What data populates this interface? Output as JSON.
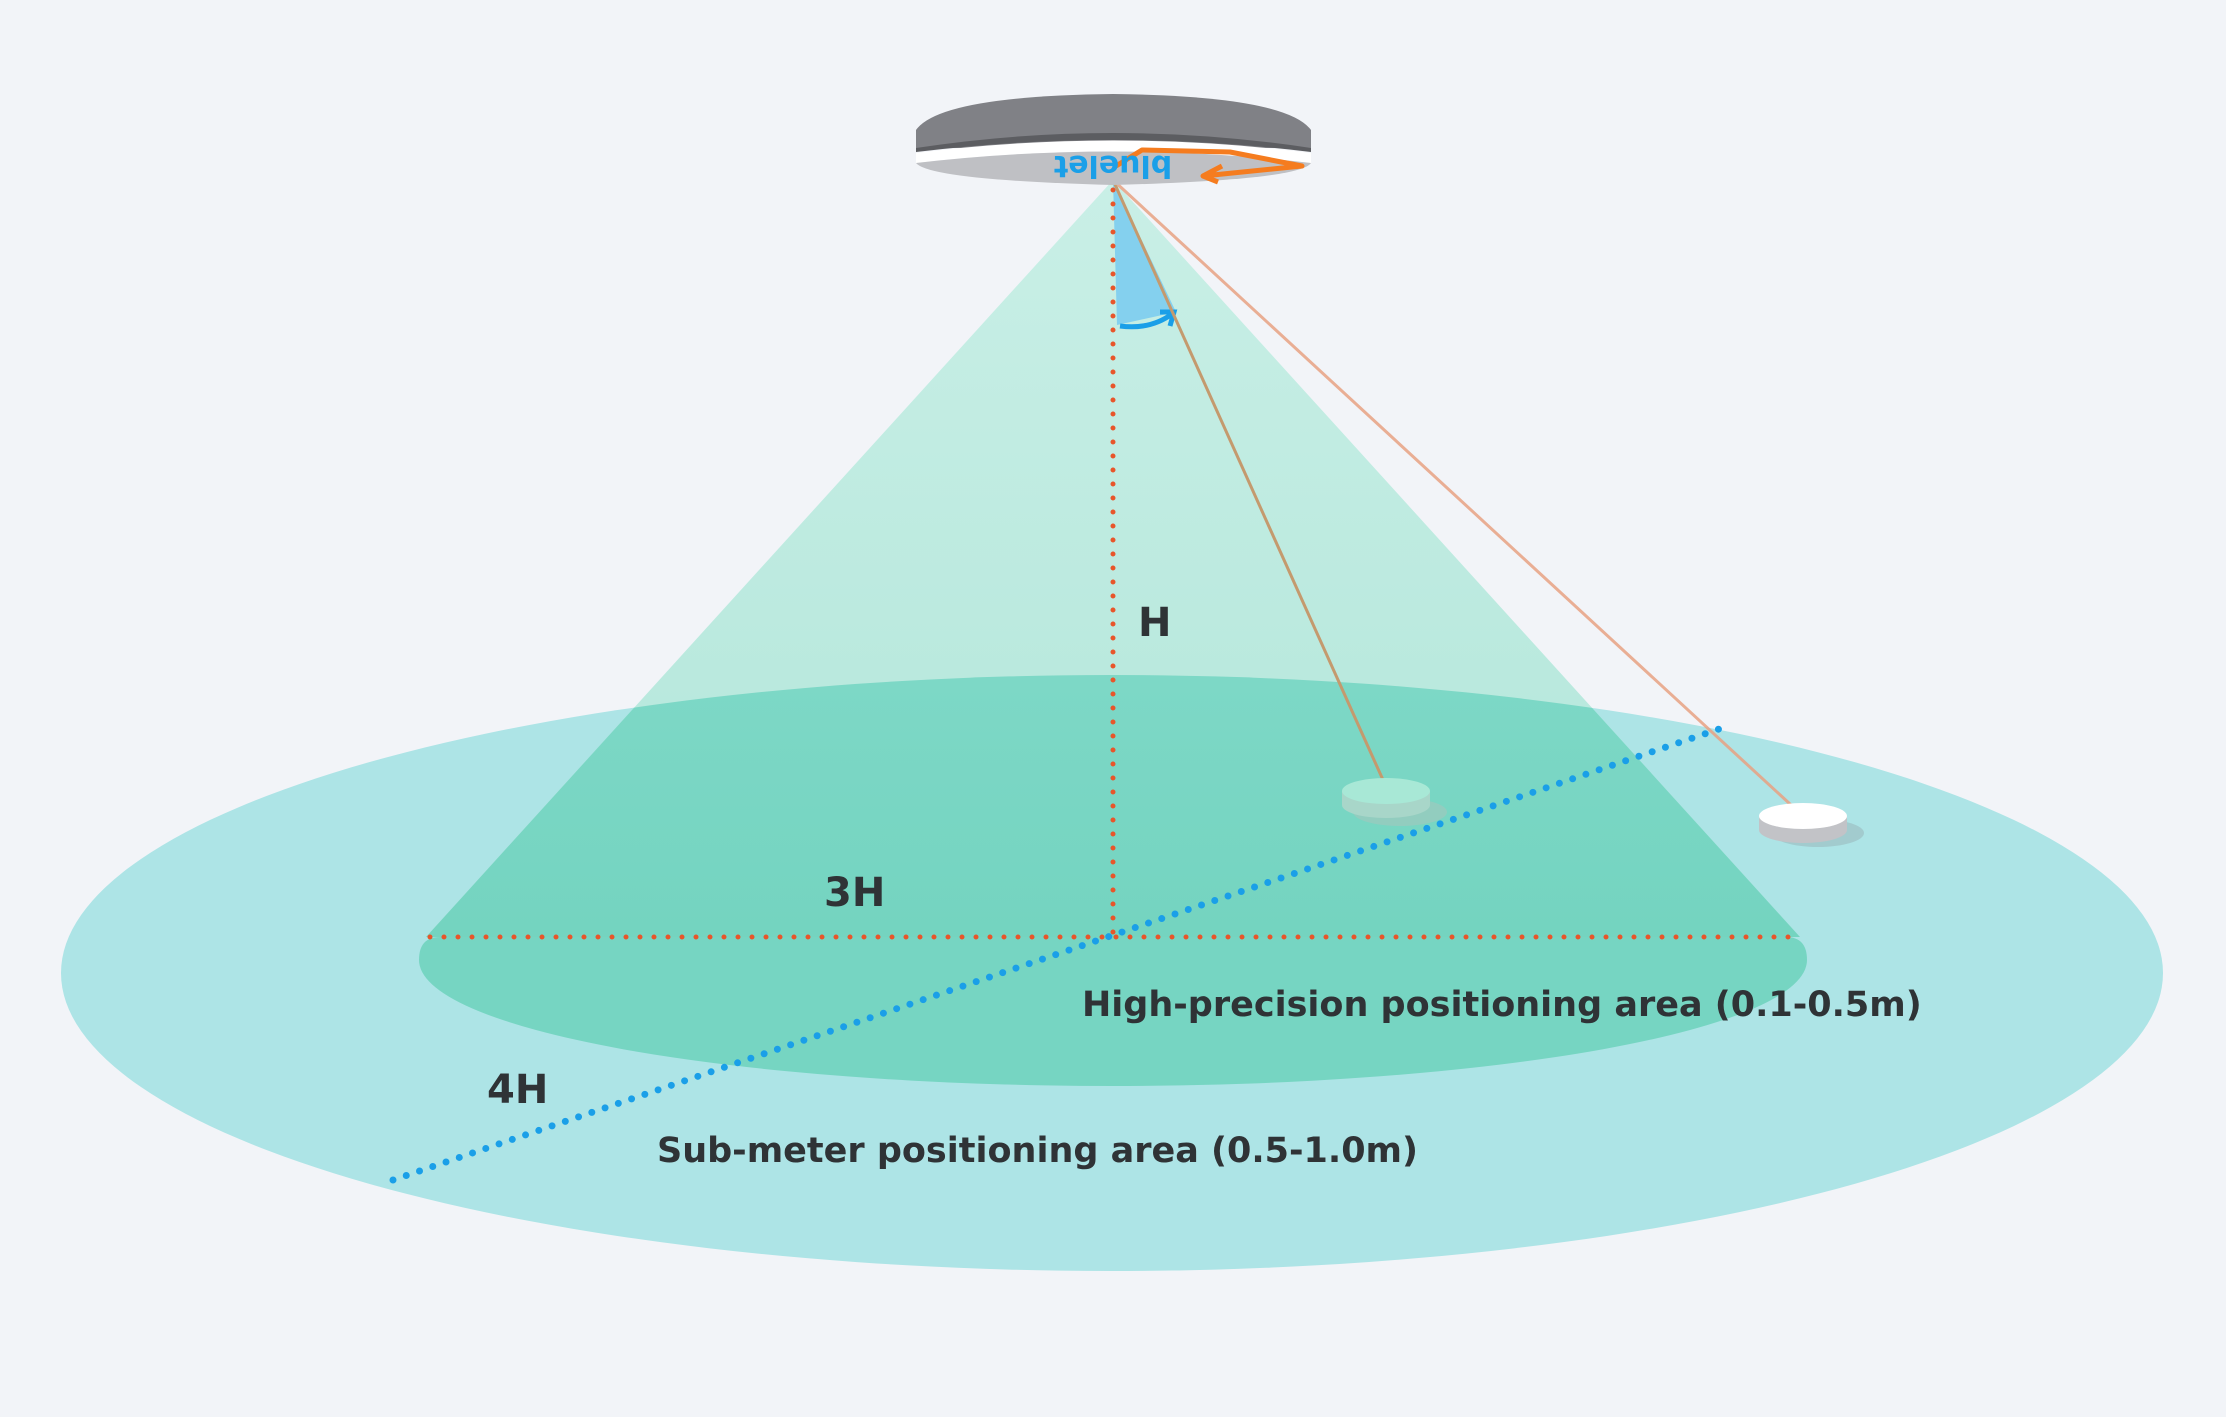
{
  "device": {
    "logo_text": "bluelet"
  },
  "labels": {
    "height": "H",
    "radius_high": "3H",
    "radius_sub": "4H",
    "high_precision_area": "High-precision positioning area (0.1-0.5m)",
    "sub_meter_area": "Sub-meter positioning area (0.5-1.0m)"
  },
  "colors": {
    "background": "#f2f4f8",
    "sub_meter_area": "#ade4e6",
    "high_precision_area": "#7dd8c6",
    "height_line": "#e8552a",
    "radius_line": "#1a9fe8",
    "rotation_arrow": "#f57c1f"
  }
}
